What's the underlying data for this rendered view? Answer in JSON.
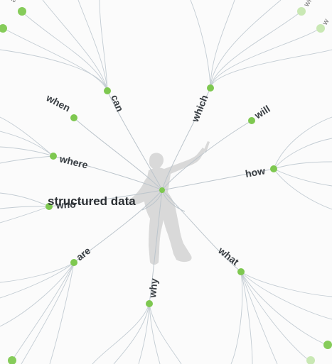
{
  "root": {
    "label": "structured data",
    "color": "#7ec850"
  },
  "branches": [
    {
      "id": "can",
      "label": "can"
    },
    {
      "id": "which",
      "label": "which"
    },
    {
      "id": "will",
      "label": "will"
    },
    {
      "id": "when",
      "label": "when"
    },
    {
      "id": "where",
      "label": "where"
    },
    {
      "id": "how",
      "label": "how"
    },
    {
      "id": "who",
      "label": "who"
    },
    {
      "id": "are",
      "label": "are"
    },
    {
      "id": "what",
      "label": "what"
    },
    {
      "id": "why",
      "label": "why"
    }
  ],
  "leaf_fragments": [
    "ata",
    "wi",
    "w"
  ],
  "colors": {
    "node": "#7ec850",
    "link": "#bcc5cc",
    "pale_node": "#c9e8b4",
    "silhouette": "#d9d9d9"
  },
  "figure_icon": "person-with-baton-silhouette-icon"
}
